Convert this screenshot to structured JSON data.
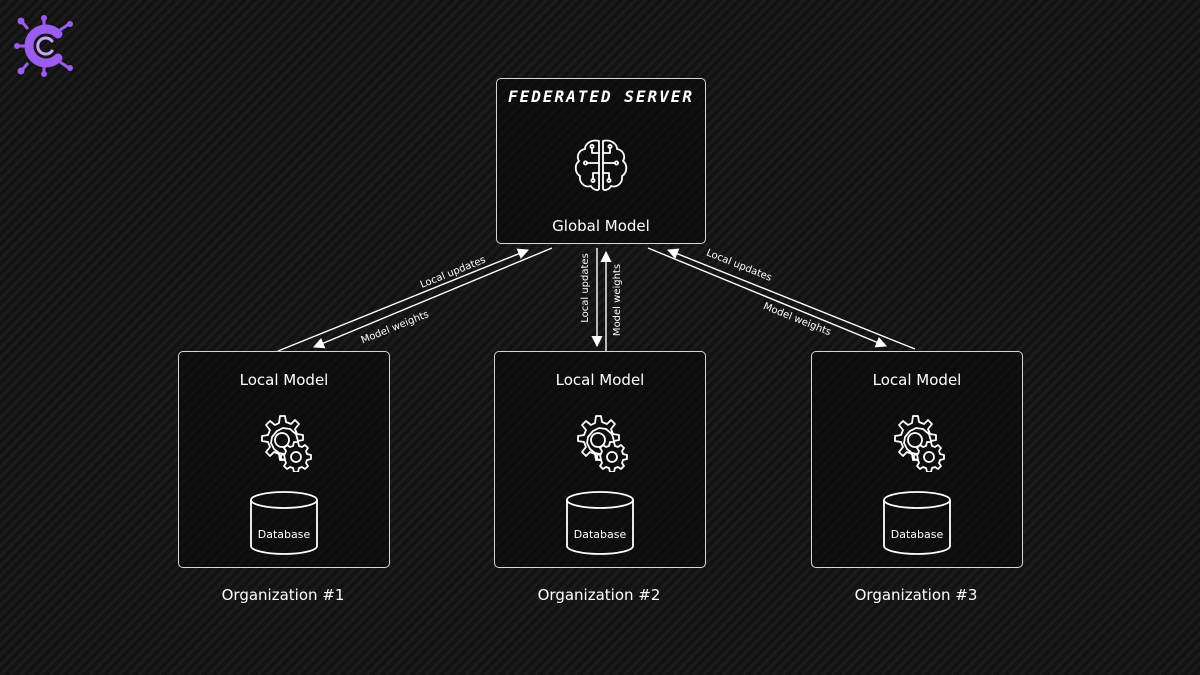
{
  "server": {
    "title": "FEDERATED SERVER",
    "model_label": "Global Model"
  },
  "organizations": [
    {
      "name": "Organization #1",
      "model_label": "Local Model",
      "db_label": "Database"
    },
    {
      "name": "Organization #2",
      "model_label": "Local Model",
      "db_label": "Database"
    },
    {
      "name": "Organization #3",
      "model_label": "Local Model",
      "db_label": "Database"
    }
  ],
  "connections": {
    "updates_label": "Local updates",
    "weights_label": "Model weights"
  },
  "icons": {
    "logo": "logo-c-circuit-icon",
    "server": "brain-circuit-icon",
    "model": "gears-icon",
    "storage": "database-cylinder-icon"
  },
  "colors": {
    "background": "#141414",
    "accent": "#9b5cf0",
    "line": "#ffffff"
  }
}
